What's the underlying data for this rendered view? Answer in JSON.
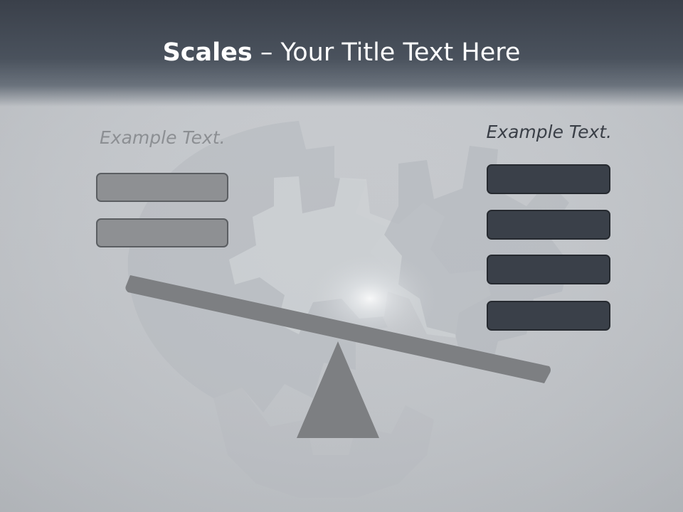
{
  "title": {
    "bold": "Scales",
    "rest": " – Your Title Text Here"
  },
  "left": {
    "heading": "Example Text.",
    "boxes": 2
  },
  "right": {
    "heading": "Example Text.",
    "boxes": 4
  },
  "colors": {
    "header": "#3a404a",
    "background": "#c6c9cd",
    "light_box": "#8e9093",
    "dark_box": "#3a4049",
    "beam": "#7d7f82",
    "fulcrum": "#7d7f82"
  },
  "balance": {
    "tilt": "down-right"
  },
  "background_image": "gear-photo"
}
